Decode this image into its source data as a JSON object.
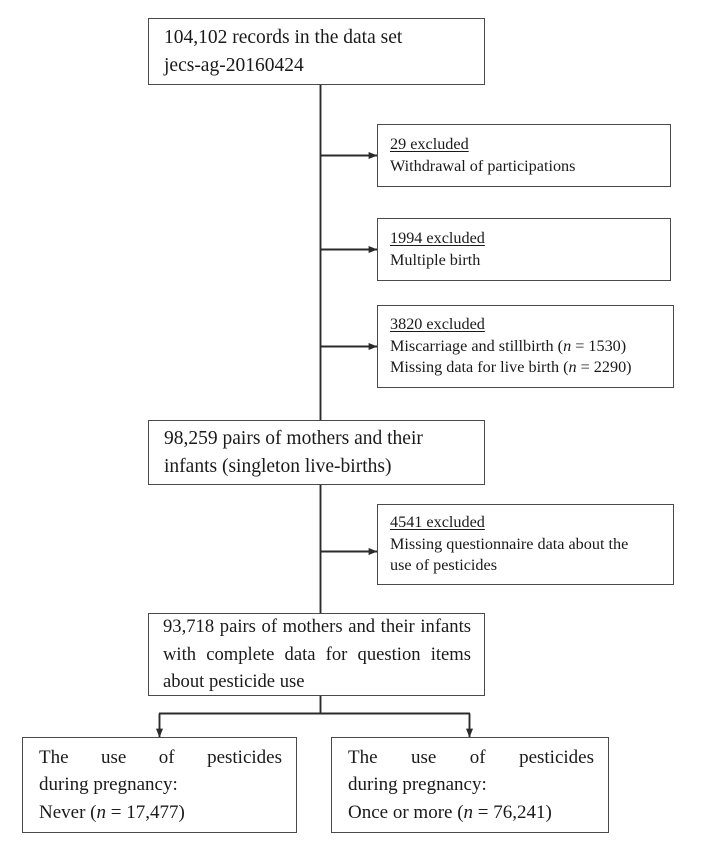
{
  "figure": {
    "type": "participant-flow-diagram",
    "colors": {
      "background": "#ffffff",
      "box_border": "#4a4a4a",
      "connector": "#2b2b2b",
      "text": "#1a1a1a"
    }
  },
  "nodes": {
    "source": {
      "id": "source-records",
      "lines": [
        "104,102 records in the data set",
        "jecs-ag-20160424"
      ]
    },
    "cohort": {
      "id": "eligible-cohort",
      "lines": [
        "98,259 pairs of mothers and their",
        "infants (singleton live-births)"
      ]
    },
    "analytic": {
      "id": "analytic-sample",
      "lines": [
        "93,718 pairs of mothers and their infants",
        "with complete data for question items",
        "about pesticide use"
      ]
    }
  },
  "exclusions": [
    {
      "id": "exclusion-withdrawal",
      "count_label": "29 excluded",
      "count": 29,
      "reasons": [
        {
          "text": "Withdrawal of participations"
        }
      ]
    },
    {
      "id": "exclusion-multiple-birth",
      "count_label": "1994 excluded",
      "count": 1994,
      "reasons": [
        {
          "text": "Multiple birth"
        }
      ]
    },
    {
      "id": "exclusion-miscarriage-stillbirth",
      "count_label": "3820 excluded",
      "count": 3820,
      "reasons": [
        {
          "text": "Miscarriage and stillbirth (",
          "n_symbol": "n",
          "n_equals": " = 1530)"
        },
        {
          "text": "Missing data for live birth (",
          "n_symbol": "n",
          "n_equals": " = 2290)"
        }
      ]
    },
    {
      "id": "exclusion-missing-questionnaire",
      "count_label": "4541 excluded",
      "count": 4541,
      "reasons": [
        {
          "text": "Missing questionnaire data about the"
        },
        {
          "text": "use of pesticides"
        }
      ]
    }
  ],
  "groups": [
    {
      "id": "group-never",
      "lines": [
        "The use of pesticides",
        "during pregnancy:"
      ],
      "result_prefix": "Never (",
      "n_symbol": "n",
      "result_suffix": " = 17,477)",
      "n_value": 17477
    },
    {
      "id": "group-once-or-more",
      "lines": [
        "The use of pesticides",
        "during pregnancy:"
      ],
      "result_prefix": "Once or more (",
      "n_symbol": "n",
      "result_suffix": " = 76,241)",
      "n_value": 76241
    }
  ]
}
